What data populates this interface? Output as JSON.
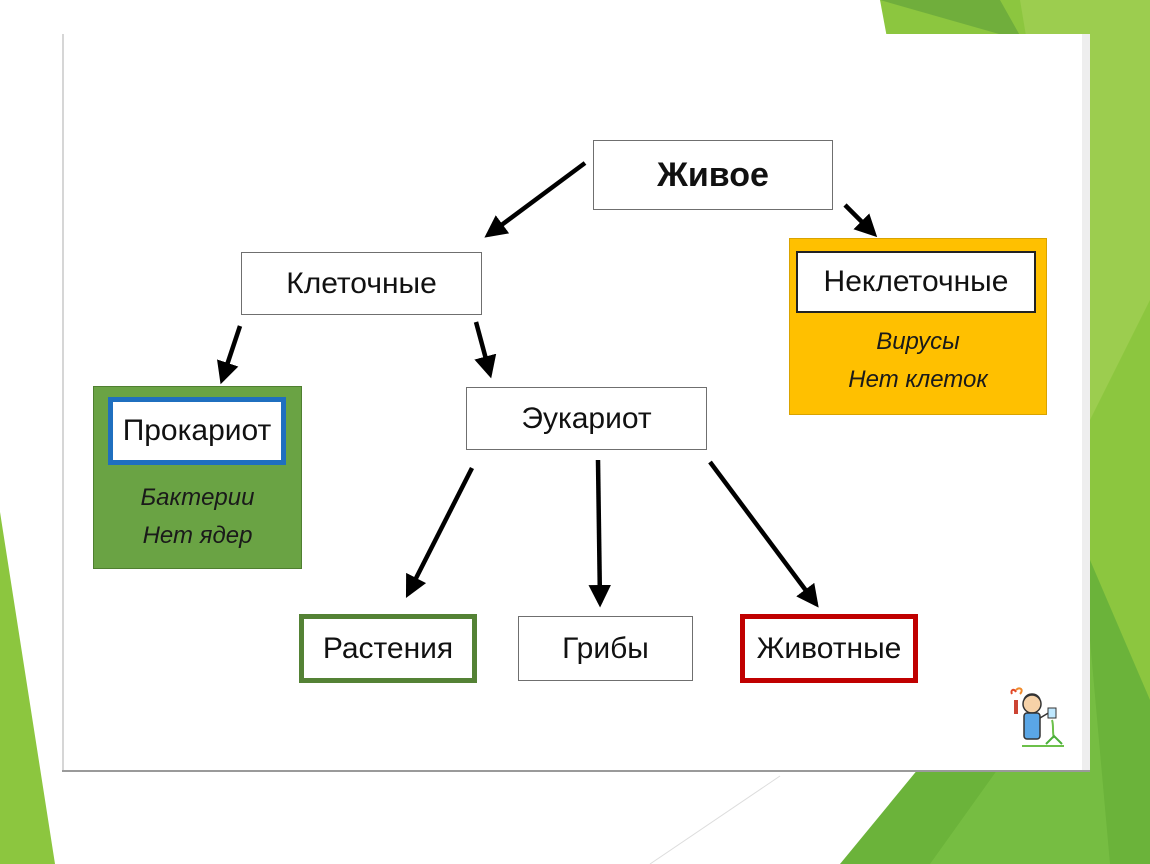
{
  "diagram": {
    "root": {
      "label": "Живое"
    },
    "cellular": {
      "label": "Клеточные"
    },
    "noncellular": {
      "label": "Неклеточные",
      "notes": [
        "Вирусы",
        "Нет клеток"
      ]
    },
    "prokaryote": {
      "label": "Прокариот",
      "notes": [
        "Бактерии",
        "Нет ядер"
      ]
    },
    "eukaryote": {
      "label": "Эукариот"
    },
    "plants": {
      "label": "Растения"
    },
    "fungi": {
      "label": "Грибы"
    },
    "animals": {
      "label": "Животные"
    }
  },
  "colors": {
    "slide_green_light": "#8cc63f",
    "slide_green_dark": "#5a9a3a",
    "noncellular_fill": "#ffc000",
    "prokaryote_fill": "#6aa344",
    "prokaryote_border": "#1f6fbf",
    "plants_border": "#548235",
    "animals_border": "#c00000"
  },
  "icons": [
    "scientist-mascot-icon"
  ]
}
